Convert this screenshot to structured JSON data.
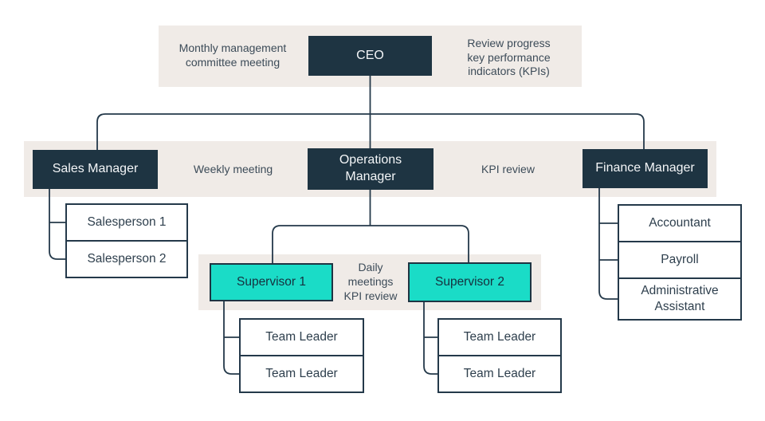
{
  "colors": {
    "background": "#ffffff",
    "band": "#f0ebe7",
    "navy": "#1e3442",
    "teal": "#1adcc7",
    "line": "#24394a",
    "text_dark": "#3c4b58",
    "text_light": "#f4f6f8"
  },
  "annotations": {
    "monthly_meeting": "Monthly management\ncommittee meeting",
    "review_progress": "Review progress\nkey performance\nindicators (KPIs)",
    "weekly_meeting": "Weekly meeting",
    "kpi_review_managers": "KPI review",
    "daily_meetings": "Daily\nmeetings",
    "kpi_review_supervisors": "KPI review"
  },
  "nodes": {
    "ceo": "CEO",
    "sales_manager": "Sales Manager",
    "operations_manager": "Operations\nManager",
    "finance_manager": "Finance Manager",
    "salesperson_1": "Salesperson 1",
    "salesperson_2": "Salesperson 2",
    "supervisor_1": "Supervisor 1",
    "supervisor_2": "Supervisor 2",
    "team_leader_1a": "Team Leader",
    "team_leader_1b": "Team Leader",
    "team_leader_2a": "Team Leader",
    "team_leader_2b": "Team Leader",
    "accountant": "Accountant",
    "payroll": "Payroll",
    "administrative_assistant": "Administrative\nAssistant"
  }
}
